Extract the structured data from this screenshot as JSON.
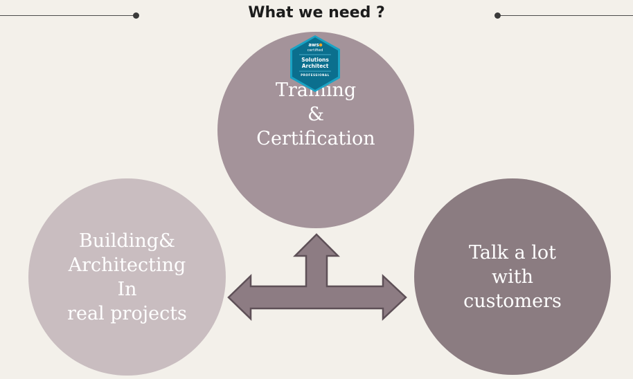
{
  "slide": {
    "title": "What we need ?"
  },
  "badge": {
    "brand": "aws",
    "certified": "certified",
    "line1": "Solutions",
    "line2": "Architect",
    "level": "PROFESSIONAL"
  },
  "circles": {
    "top": "Training\n&\nCertification",
    "left": "Building&\nArchitecting\nIn\nreal projects",
    "right": "Talk a lot\nwith\ncustomers"
  },
  "colors": {
    "background": "#f3f0ea",
    "circle_top": "#a4939a",
    "circle_left": "#c9bdc0",
    "circle_right": "#8b7c81",
    "arrow_fill": "#8d7c83",
    "badge": "#0b6f8e"
  },
  "icons": {
    "badge": "aws-certification-badge-icon",
    "arrow": "three-way-arrow-icon"
  }
}
